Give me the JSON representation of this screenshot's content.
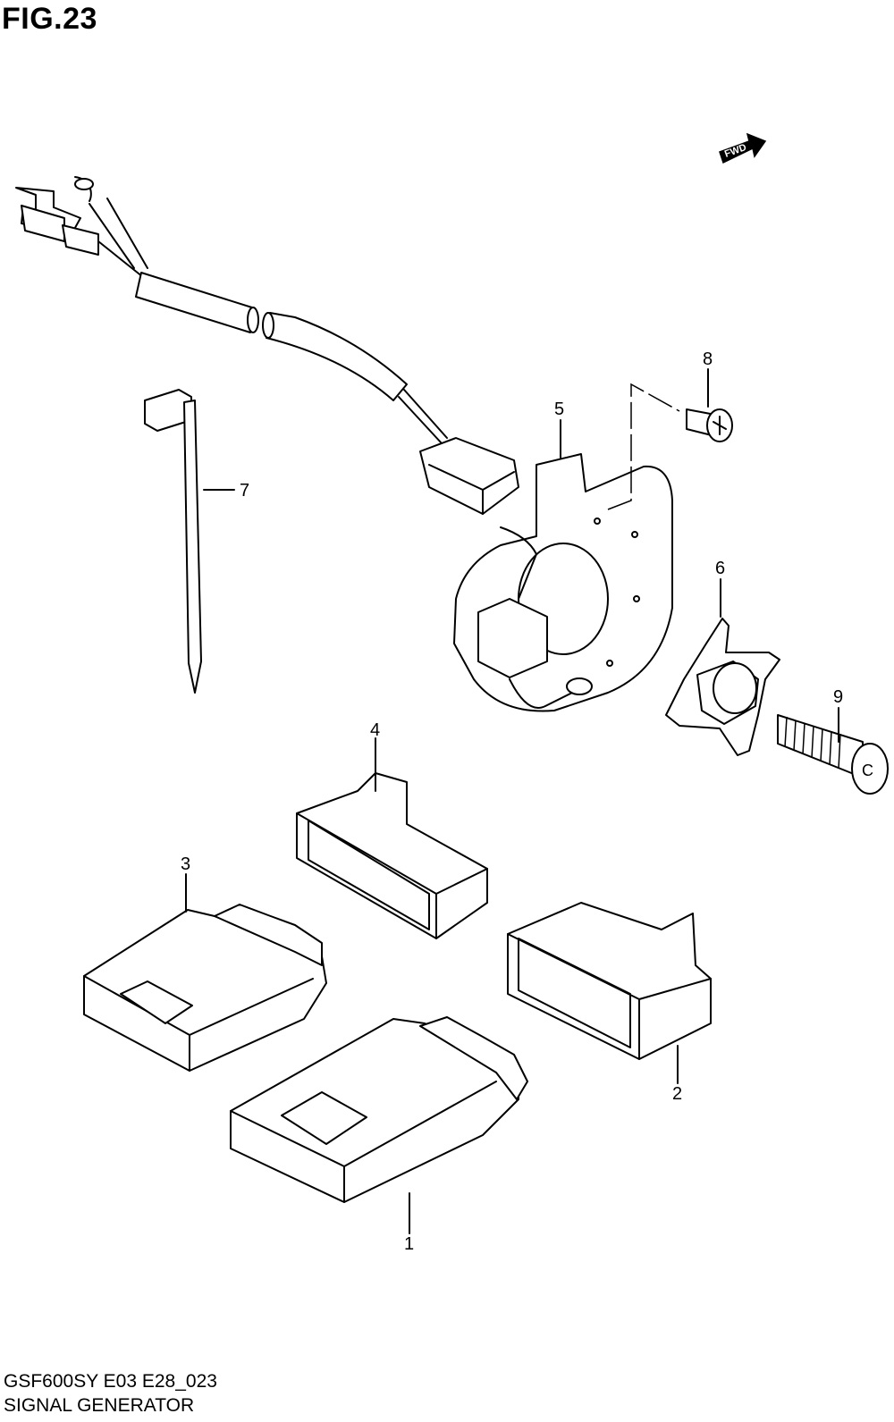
{
  "figure": {
    "title": "FIG.23",
    "model_code": "GSF600SY E03 E28_023",
    "name": "SIGNAL GENERATOR"
  },
  "direction_marker": {
    "label": "FWD",
    "icon": "fwd-arrow-icon"
  },
  "callouts": [
    {
      "number": "1",
      "part": "module-large"
    },
    {
      "number": "2",
      "part": "cover-right"
    },
    {
      "number": "3",
      "part": "module-small"
    },
    {
      "number": "4",
      "part": "cover-top"
    },
    {
      "number": "5",
      "part": "signal-generator-plate"
    },
    {
      "number": "6",
      "part": "rotor"
    },
    {
      "number": "7",
      "part": "cable-tie"
    },
    {
      "number": "8",
      "part": "screw"
    },
    {
      "number": "9",
      "part": "bolt"
    }
  ]
}
